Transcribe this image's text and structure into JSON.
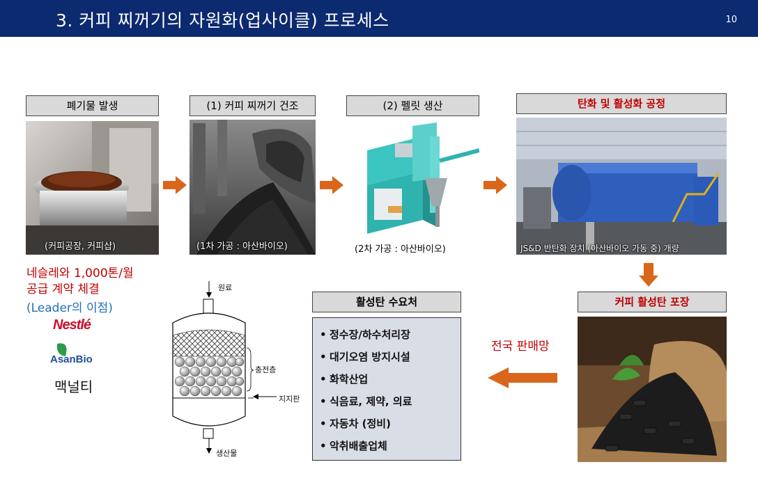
{
  "header": {
    "title": "3.  커피 찌꺼기의 자원화(업사이클) 프로세스",
    "page_number": "10"
  },
  "steps": {
    "step1": {
      "label": "폐기물 발생",
      "caption": "(커피공장, 커피샵)"
    },
    "step2": {
      "label": "(1) 커피 찌꺼기 건조",
      "caption": "(1차 가공 : 아산바이오)"
    },
    "step3": {
      "label": "(2) 펠릿 생산",
      "caption": "(2차 가공 : 아산바이오)"
    },
    "step4": {
      "label": "탄화 및 활성화 공정",
      "caption": "JS&D 반탄화 장치 (아산바이오 가동 중) 개량"
    },
    "step5": {
      "label": "커피 활성탄 포장"
    }
  },
  "contract": {
    "line1": "네슬레와 1,000톤/월",
    "line2": "공급 계약 체결",
    "leader": "(Leader의 이점)"
  },
  "logos": {
    "nestle": "Nestlé",
    "asanbio": "AsanBio",
    "macnelty": "맥널티"
  },
  "diagram": {
    "input": "원료",
    "packing": "충전층",
    "support": "지지판",
    "output": "생산물"
  },
  "demand": {
    "title": "활성탄 수요처",
    "items": [
      "정수장/하수처리장",
      "대기오염 방지시설",
      "화학산업",
      "식음료, 제약, 의료",
      "자동차 (정비)",
      "악취배출업체"
    ],
    "bullet": "•"
  },
  "sales": {
    "label": "전국 판매망"
  },
  "colors": {
    "header_bg": "#0b2a6f",
    "arrow": "#d9661b",
    "accent_red": "#c00000",
    "accent_blue": "#1f6fb8",
    "label_bg": "#d9d9d9"
  }
}
